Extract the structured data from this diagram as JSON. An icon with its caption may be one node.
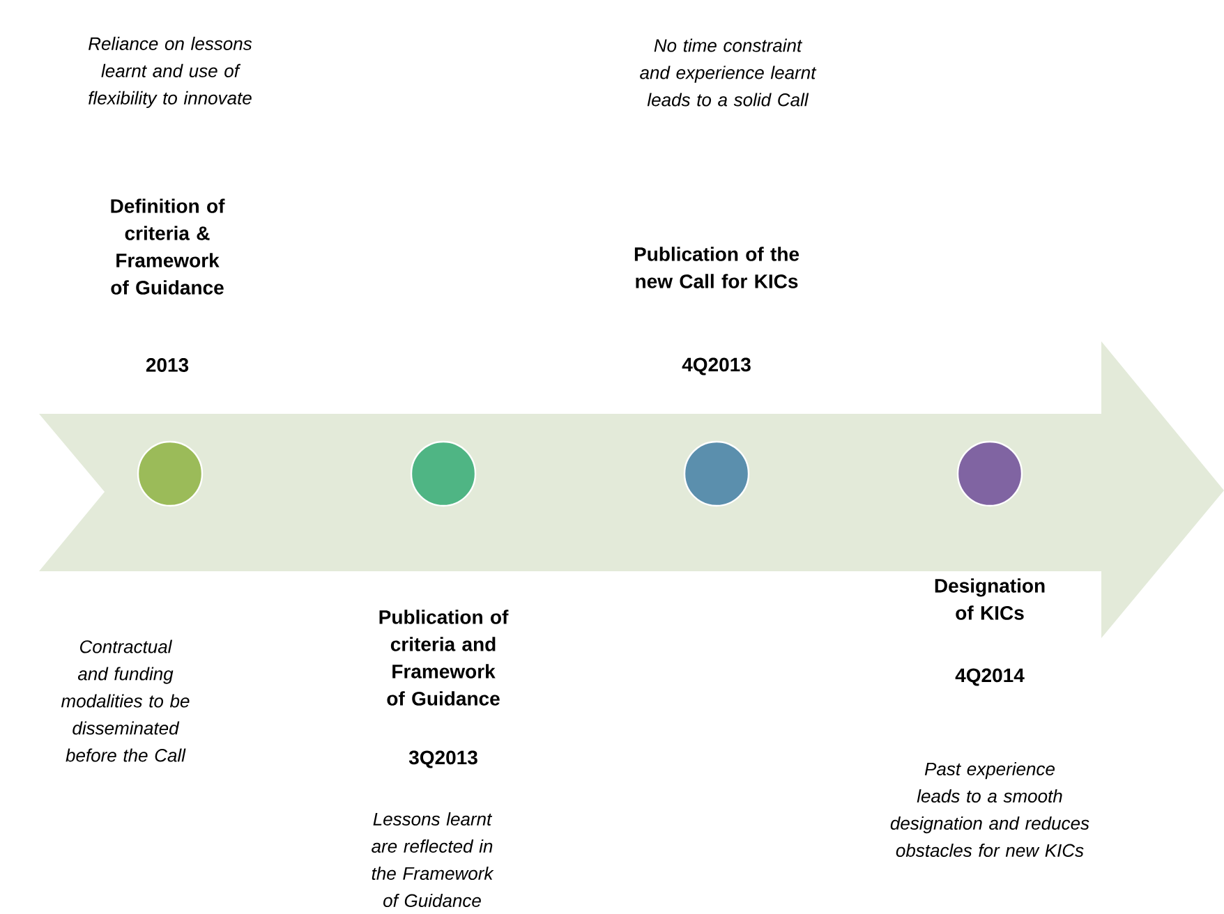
{
  "diagram": {
    "nodes": [
      {
        "text": [],
        "shape": "circle"
      },
      {
        "text": [],
        "shape": "circle"
      },
      {
        "text": [],
        "shape": "circle"
      },
      {
        "text": [],
        "shape": "circle"
      }
    ],
    "labels": [
      "Reliance on lessons learnt and use of flexibility to innovate",
      "No time constraint and experience learnt leads to a solid Call",
      "Definition of criteria & Framework of Guidance",
      "Publication of the new Call for KICs",
      "2013",
      "4Q2013",
      "Publication of criteria and Framework of Guidance",
      "Designation of KICs",
      "Contractual and funding modalities to be disseminated before the Call",
      "4Q2014",
      "3Q2013",
      "Past experience leads to a smooth designation and reduces obstacles for new KICs",
      "Lessons learnt are reflected in the Framework of Guidance"
    ]
  }
}
